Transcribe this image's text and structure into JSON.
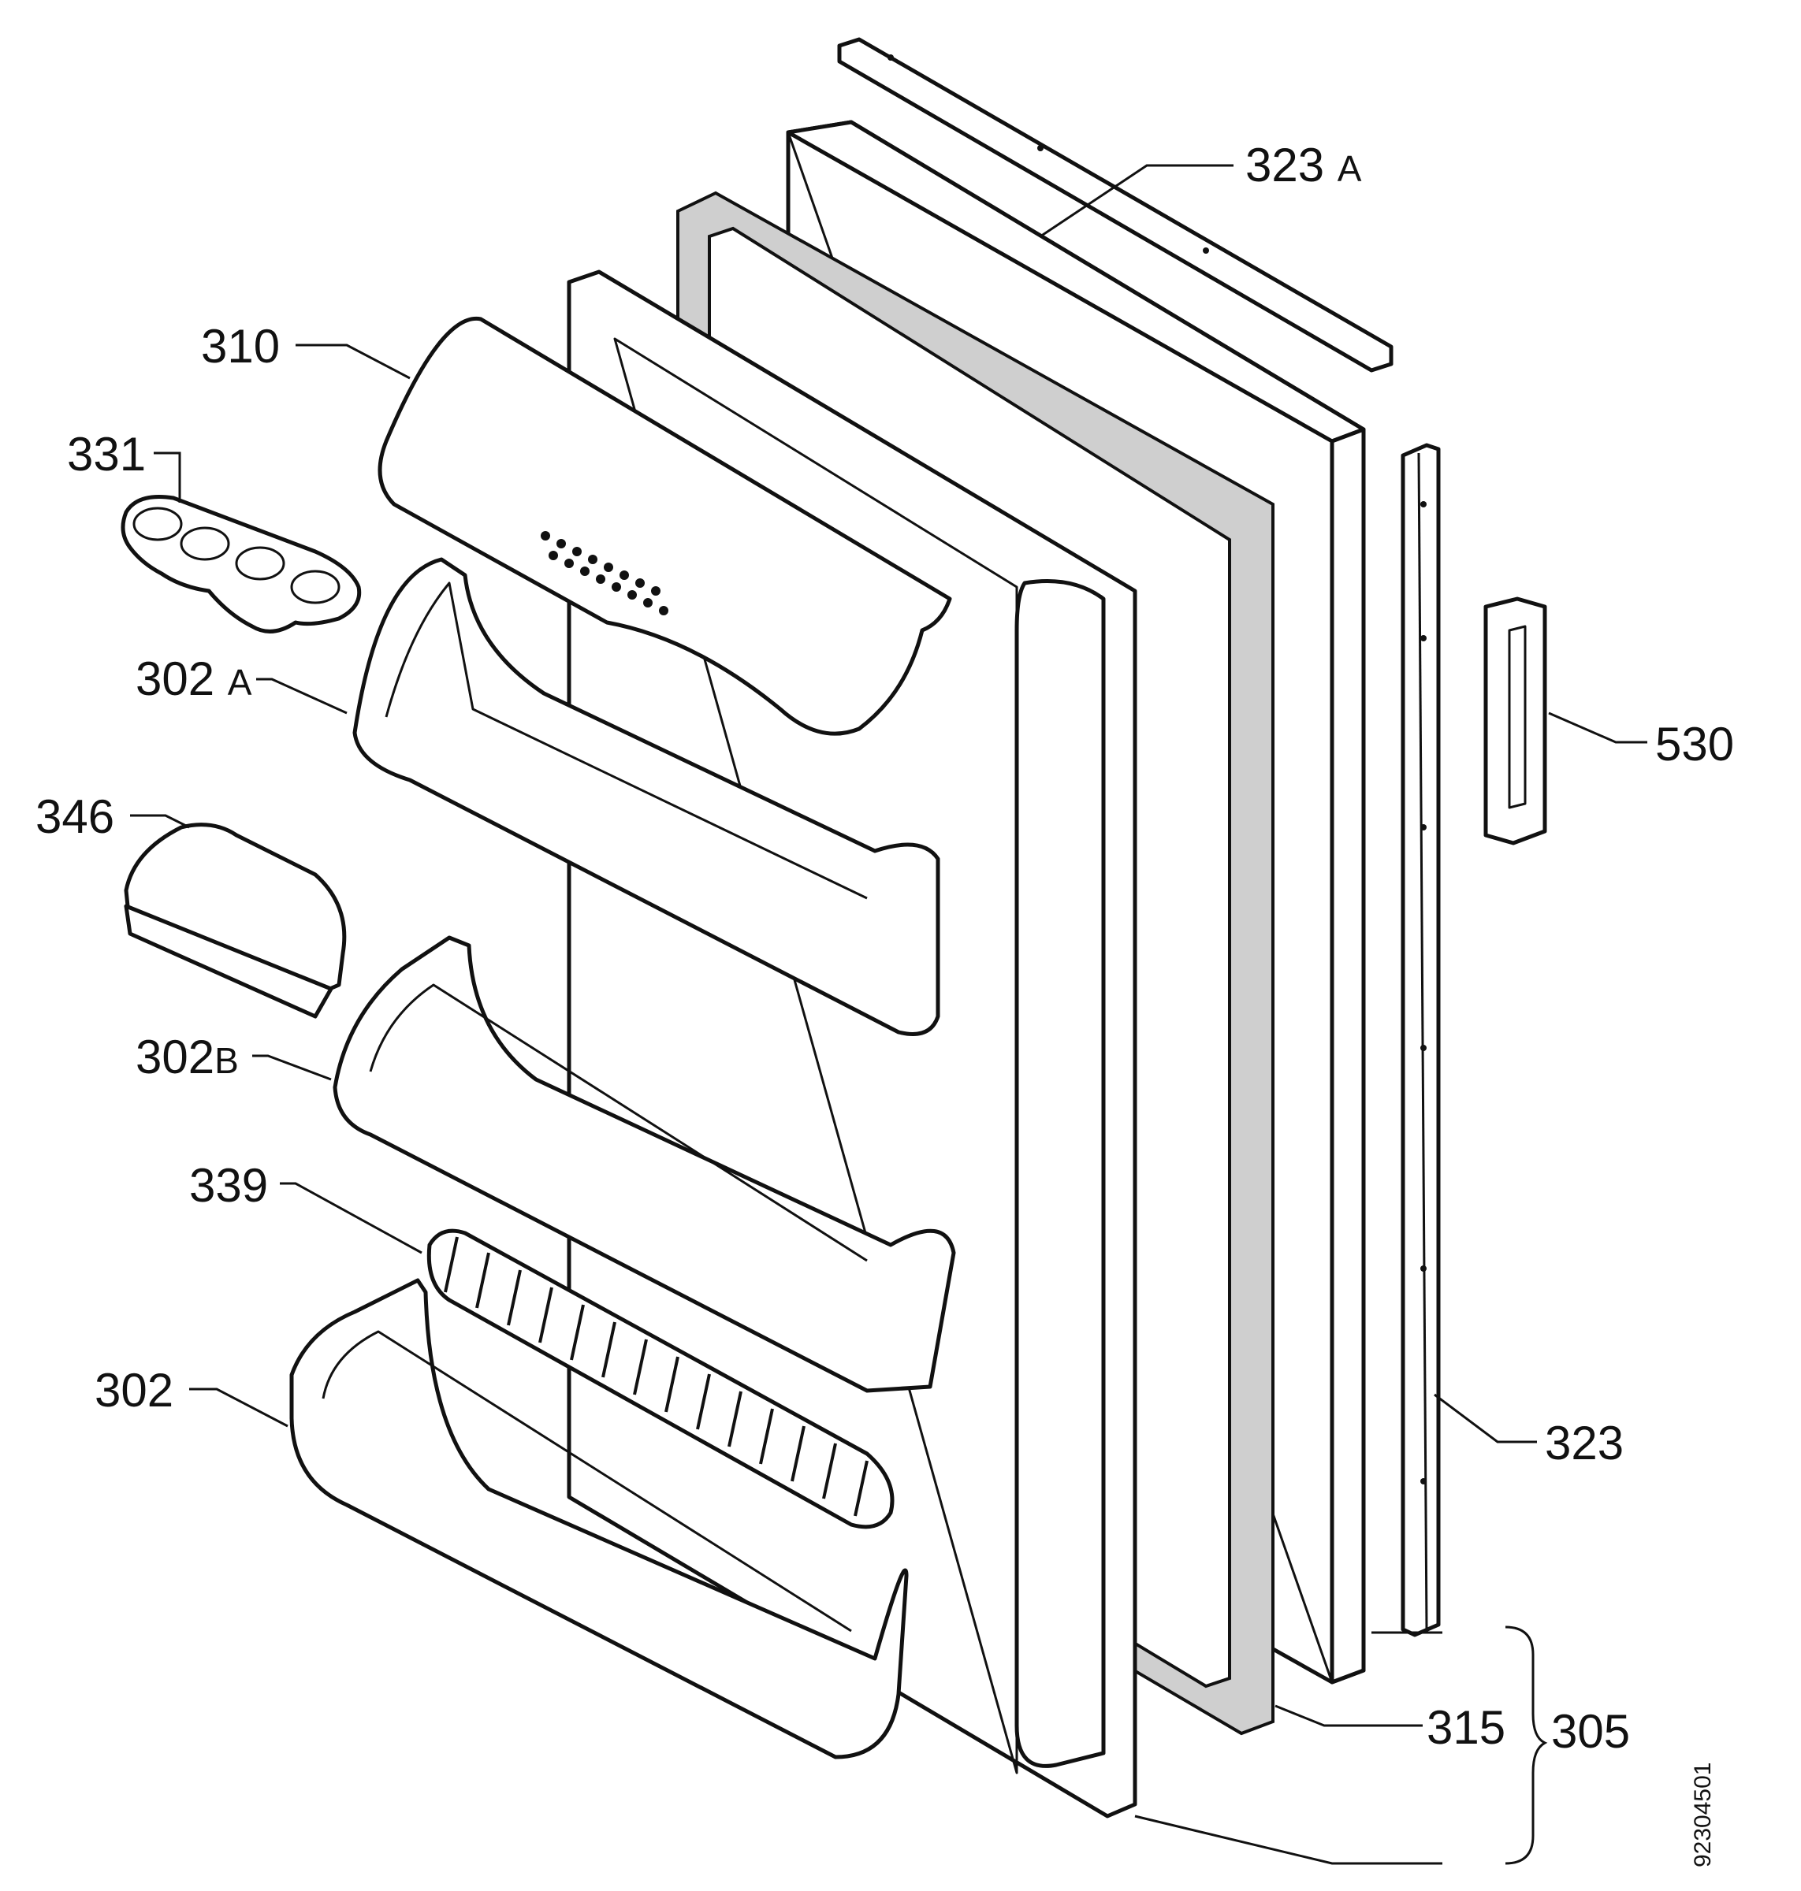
{
  "callouts": {
    "p323a": {
      "num": "323",
      "suffix": "A"
    },
    "p310": {
      "num": "310"
    },
    "p331": {
      "num": "331"
    },
    "p302a": {
      "num": "302",
      "suffix": "A"
    },
    "p346": {
      "num": "346"
    },
    "p302b": {
      "num": "302",
      "suffix": "B"
    },
    "p339": {
      "num": "339"
    },
    "p302": {
      "num": "302"
    },
    "p530": {
      "num": "530"
    },
    "p323": {
      "num": "323"
    },
    "p315": {
      "num": "315"
    },
    "p305": {
      "num": "305"
    }
  },
  "doc_number": "92304501",
  "icons": [
    "door-panel",
    "top-trim-strip",
    "side-trim-strip",
    "door-gasket",
    "inner-liner",
    "shelf-cover",
    "egg-tray",
    "butter-dish",
    "door-shelf",
    "bottle-retainer",
    "door-handle"
  ]
}
